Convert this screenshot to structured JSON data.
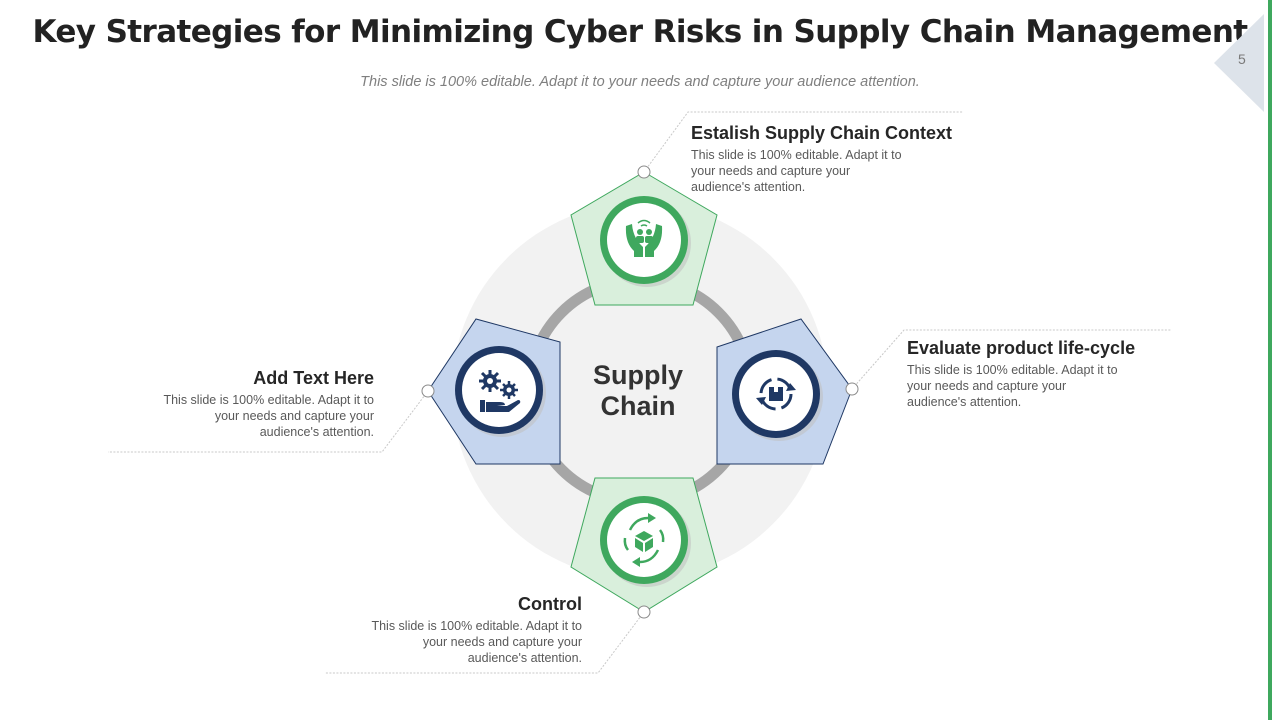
{
  "slide": {
    "title": "Key Strategies for Minimizing Cyber Risks in Supply Chain Management",
    "subtitle": "This slide is 100% editable.  Adapt it to your needs and capture your audience attention.",
    "page_number": "5"
  },
  "center": {
    "line1": "Supply",
    "line2": "Chain"
  },
  "steps": [
    {
      "title": "Estalish Supply Chain Context",
      "desc": [
        "This slide is 100% editable. Adapt it to",
        "your needs and capture your",
        "audience's attention."
      ],
      "icon": "hands-people-icon"
    },
    {
      "title": "Evaluate product life-cycle",
      "desc": [
        "This slide is 100% editable. Adapt it to",
        "your needs and capture your",
        "audience's attention."
      ],
      "icon": "box-cycle-icon"
    },
    {
      "title": "Control",
      "desc": [
        "This slide is 100% editable. Adapt it to",
        "your needs and capture your",
        "audience's attention."
      ],
      "icon": "cube-arrows-icon"
    },
    {
      "title": "Add Text Here",
      "desc": [
        "This slide is 100% editable. Adapt it to",
        "your needs and capture your",
        "audience's attention."
      ],
      "icon": "hand-gears-icon"
    }
  ],
  "colors": {
    "green_fill": "#d9efdc",
    "green_stroke": "#3fa85e",
    "blue_fill": "#c5d5ee",
    "blue_stroke": "#1f3864",
    "ring": "#a6a6a6",
    "halo": "#f2f2f2"
  }
}
